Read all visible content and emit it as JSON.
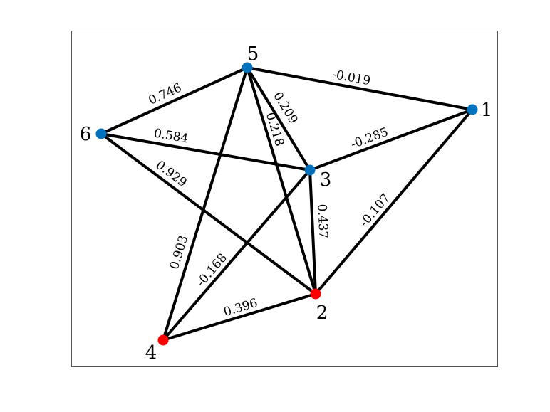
{
  "colors": {
    "blue_node": "#0072bd",
    "red_node": "#ff0000",
    "edge": "#000000",
    "frame": "#555555"
  },
  "graph": {
    "nodes": [
      {
        "id": "1",
        "label": "1",
        "color": "blue"
      },
      {
        "id": "2",
        "label": "2",
        "color": "red"
      },
      {
        "id": "3",
        "label": "3",
        "color": "blue"
      },
      {
        "id": "4",
        "label": "4",
        "color": "red"
      },
      {
        "id": "5",
        "label": "5",
        "color": "blue"
      },
      {
        "id": "6",
        "label": "6",
        "color": "blue"
      }
    ],
    "edges": [
      {
        "from": "5",
        "to": "1",
        "weight": "-0.019"
      },
      {
        "from": "6",
        "to": "5",
        "weight": "0.746"
      },
      {
        "from": "5",
        "to": "3",
        "weight": "0.209"
      },
      {
        "from": "5",
        "to": "2",
        "weight": "0.218"
      },
      {
        "from": "5",
        "to": "4",
        "weight": "0.903"
      },
      {
        "from": "6",
        "to": "3",
        "weight": "0.584"
      },
      {
        "from": "6",
        "to": "2",
        "weight": "0.929"
      },
      {
        "from": "3",
        "to": "1",
        "weight": "-0.285"
      },
      {
        "from": "3",
        "to": "2",
        "weight": "0.437"
      },
      {
        "from": "3",
        "to": "4",
        "weight": "-0.168"
      },
      {
        "from": "1",
        "to": "2",
        "weight": "-0.107"
      },
      {
        "from": "4",
        "to": "2",
        "weight": "0.396"
      }
    ]
  }
}
